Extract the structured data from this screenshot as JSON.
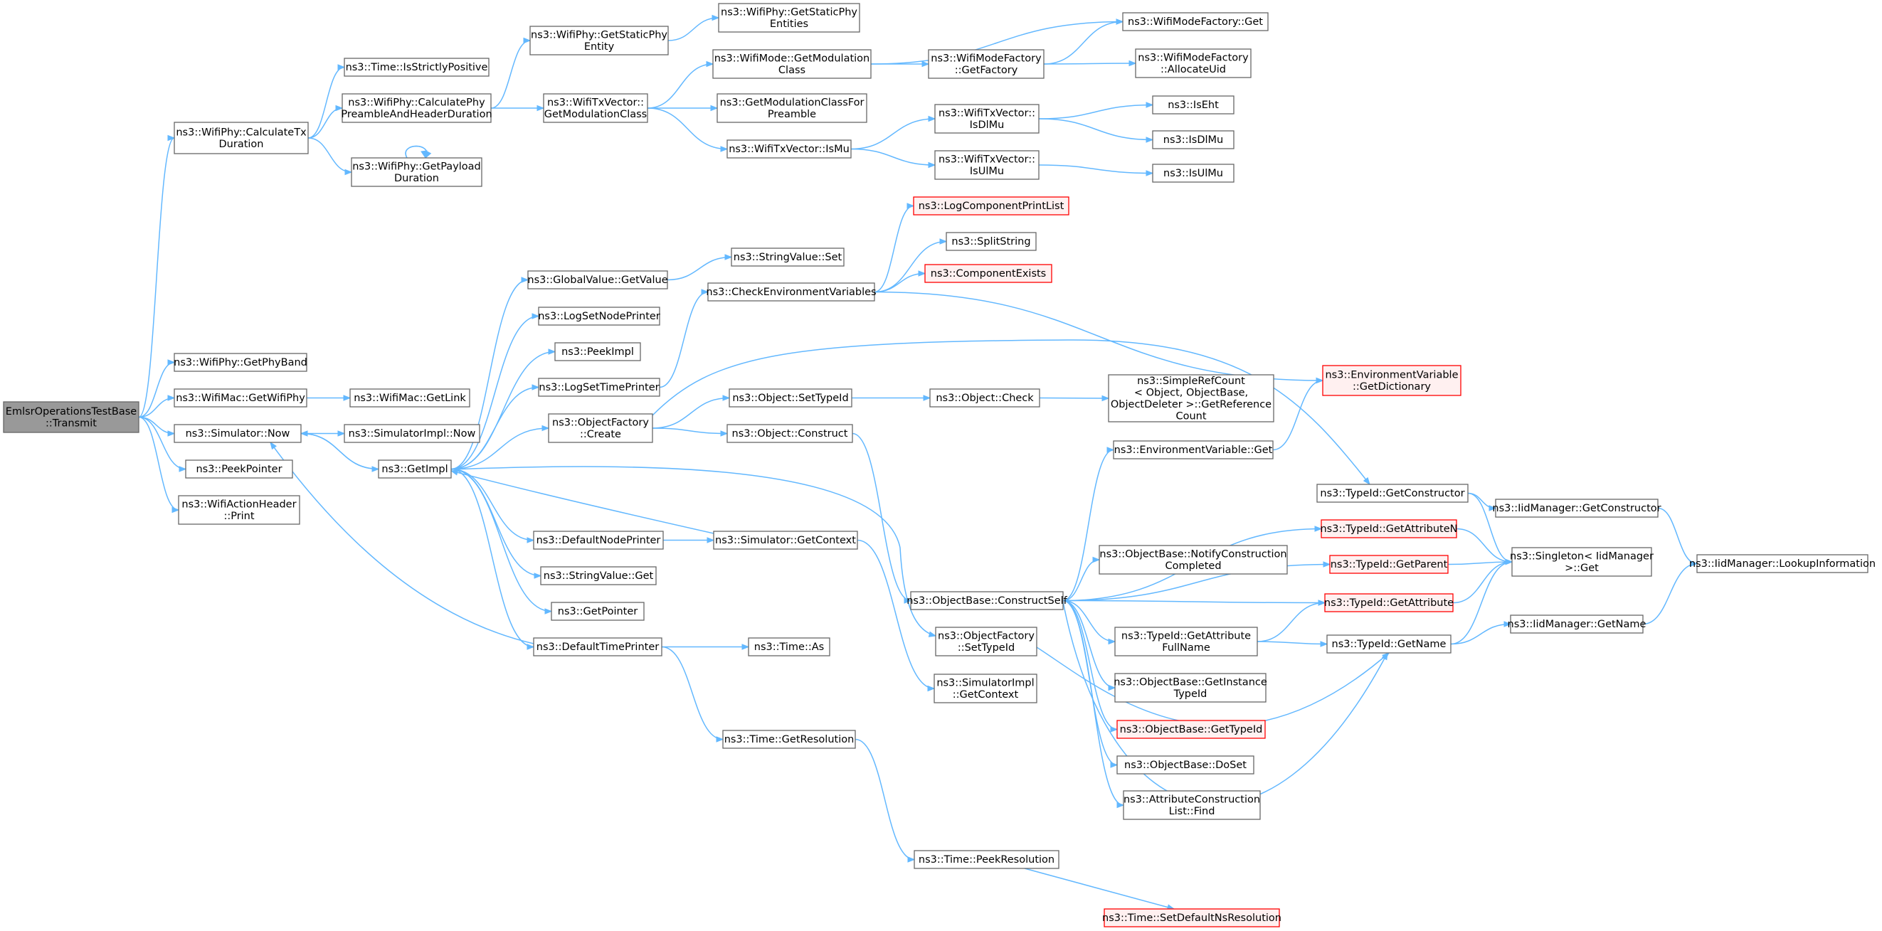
{
  "colors": {
    "edge": "#63b8ff",
    "node_border": "#666666",
    "node_fill": "#ffffff",
    "root_fill": "#999999",
    "truncated_border": "#ff0000",
    "truncated_fill": "#fff0f0"
  },
  "nodes": [
    {
      "id": "root",
      "lines": [
        "EmlsrOperationsTestBase",
        "::Transmit"
      ],
      "kind": "root"
    },
    {
      "id": "calcTx",
      "lines": [
        "ns3::WifiPhy::CalculateTx",
        "Duration"
      ]
    },
    {
      "id": "getPhyBand",
      "lines": [
        "ns3::WifiPhy::GetPhyBand"
      ]
    },
    {
      "id": "getWifiPhy",
      "lines": [
        "ns3::WifiMac::GetWifiPhy"
      ]
    },
    {
      "id": "simNow",
      "lines": [
        "ns3::Simulator::Now"
      ]
    },
    {
      "id": "peekPointer",
      "lines": [
        "ns3::PeekPointer"
      ]
    },
    {
      "id": "wifiActionPrint",
      "lines": [
        "ns3::WifiActionHeader",
        "::Print"
      ]
    },
    {
      "id": "isStrictlyPositive",
      "lines": [
        "ns3::Time::IsStrictlyPositive"
      ]
    },
    {
      "id": "calcPreamble",
      "lines": [
        "ns3::WifiPhy::CalculatePhy",
        "PreambleAndHeaderDuration"
      ]
    },
    {
      "id": "getPayload",
      "lines": [
        "ns3::WifiPhy::GetPayload",
        "Duration"
      ]
    },
    {
      "id": "getLink",
      "lines": [
        "ns3::WifiMac::GetLink"
      ]
    },
    {
      "id": "simImplNow",
      "lines": [
        "ns3::SimulatorImpl::Now"
      ]
    },
    {
      "id": "getImpl",
      "lines": [
        "ns3::GetImpl"
      ]
    },
    {
      "id": "staticPhyEntity",
      "lines": [
        "ns3::WifiPhy::GetStaticPhy",
        "Entity"
      ]
    },
    {
      "id": "txGetModClass",
      "lines": [
        "ns3::WifiTxVector::",
        "GetModulationClass"
      ]
    },
    {
      "id": "globalGetValue",
      "lines": [
        "ns3::GlobalValue::GetValue"
      ]
    },
    {
      "id": "logSetNodePrinter",
      "lines": [
        "ns3::LogSetNodePrinter"
      ]
    },
    {
      "id": "peekImpl",
      "lines": [
        "ns3::PeekImpl"
      ]
    },
    {
      "id": "logSetTimePrinter",
      "lines": [
        "ns3::LogSetTimePrinter"
      ]
    },
    {
      "id": "objFactoryCreate",
      "lines": [
        "ns3::ObjectFactory",
        "::Create"
      ]
    },
    {
      "id": "defaultNodePrinter",
      "lines": [
        "ns3::DefaultNodePrinter"
      ]
    },
    {
      "id": "stringValueGet",
      "lines": [
        "ns3::StringValue::Get"
      ]
    },
    {
      "id": "getPointer",
      "lines": [
        "ns3::GetPointer"
      ]
    },
    {
      "id": "defaultTimePrinter",
      "lines": [
        "ns3::DefaultTimePrinter"
      ]
    },
    {
      "id": "staticPhyEntities",
      "lines": [
        "ns3::WifiPhy::GetStaticPhy",
        "Entities"
      ]
    },
    {
      "id": "modeGetModClass",
      "lines": [
        "ns3::WifiMode::GetModulation",
        "Class"
      ]
    },
    {
      "id": "modClassForPreamble",
      "lines": [
        "ns3::GetModulationClassFor",
        "Preamble"
      ]
    },
    {
      "id": "txIsMu",
      "lines": [
        "ns3::WifiTxVector::IsMu"
      ]
    },
    {
      "id": "stringValueSet",
      "lines": [
        "ns3::StringValue::Set"
      ]
    },
    {
      "id": "checkEnvVars",
      "lines": [
        "ns3::CheckEnvironmentVariables"
      ]
    },
    {
      "id": "objSetTypeId",
      "lines": [
        "ns3::Object::SetTypeId"
      ]
    },
    {
      "id": "objConstruct",
      "lines": [
        "ns3::Object::Construct"
      ]
    },
    {
      "id": "simGetContext",
      "lines": [
        "ns3::Simulator::GetContext"
      ]
    },
    {
      "id": "timeGetResolution",
      "lines": [
        "ns3::Time::GetResolution"
      ]
    },
    {
      "id": "timeAs",
      "lines": [
        "ns3::Time::As"
      ]
    },
    {
      "id": "modeFactoryGetFactory",
      "lines": [
        "ns3::WifiModeFactory",
        "::GetFactory"
      ]
    },
    {
      "id": "txIsDlMu",
      "lines": [
        "ns3::WifiTxVector::",
        "IsDlMu"
      ]
    },
    {
      "id": "txIsUlMu",
      "lines": [
        "ns3::WifiTxVector::",
        "IsUlMu"
      ]
    },
    {
      "id": "logCompPrintList",
      "lines": [
        "ns3::LogComponentPrintList"
      ],
      "kind": "truncated"
    },
    {
      "id": "splitString",
      "lines": [
        "ns3::SplitString"
      ]
    },
    {
      "id": "componentExists",
      "lines": [
        "ns3::ComponentExists"
      ],
      "kind": "truncated"
    },
    {
      "id": "objCheck",
      "lines": [
        "ns3::Object::Check"
      ]
    },
    {
      "id": "objBaseConstructSelf",
      "lines": [
        "ns3::ObjectBase::ConstructSelf"
      ]
    },
    {
      "id": "objFactorySetTypeId",
      "lines": [
        "ns3::ObjectFactory",
        "::SetTypeId"
      ]
    },
    {
      "id": "simImplGetContext",
      "lines": [
        "ns3::SimulatorImpl",
        "::GetContext"
      ]
    },
    {
      "id": "timePeekResolution",
      "lines": [
        "ns3::Time::PeekResolution"
      ]
    },
    {
      "id": "modeFactoryGet",
      "lines": [
        "ns3::WifiModeFactory::Get"
      ]
    },
    {
      "id": "modeFactoryAllocateUid",
      "lines": [
        "ns3::WifiModeFactory",
        "::AllocateUid"
      ]
    },
    {
      "id": "isEht",
      "lines": [
        "ns3::IsEht"
      ]
    },
    {
      "id": "isDlMu",
      "lines": [
        "ns3::IsDlMu"
      ]
    },
    {
      "id": "isUlMu",
      "lines": [
        "ns3::IsUlMu"
      ]
    },
    {
      "id": "simpleRefCount",
      "lines": [
        "ns3::SimpleRefCount",
        "< Object, ObjectBase,",
        " ObjectDeleter >::GetReference",
        "Count"
      ]
    },
    {
      "id": "envVarGet",
      "lines": [
        "ns3::EnvironmentVariable::Get"
      ]
    },
    {
      "id": "notifyConstruction",
      "lines": [
        "ns3::ObjectBase::NotifyConstruction",
        "Completed"
      ]
    },
    {
      "id": "typeIdGetAttrFullName",
      "lines": [
        "ns3::TypeId::GetAttribute",
        "FullName"
      ]
    },
    {
      "id": "objBaseGetInstanceTypeId",
      "lines": [
        "ns3::ObjectBase::GetInstance",
        "TypeId"
      ]
    },
    {
      "id": "objBaseGetTypeId",
      "lines": [
        "ns3::ObjectBase::GetTypeId"
      ],
      "kind": "truncated"
    },
    {
      "id": "objBaseDoSet",
      "lines": [
        "ns3::ObjectBase::DoSet"
      ]
    },
    {
      "id": "attrConstructionFind",
      "lines": [
        "ns3::AttributeConstruction",
        "List::Find"
      ]
    },
    {
      "id": "timeSetDefaultNsRes",
      "lines": [
        "ns3::Time::SetDefaultNsResolution"
      ],
      "kind": "truncated"
    },
    {
      "id": "envVarGetDictionary",
      "lines": [
        "ns3::EnvironmentVariable",
        "::GetDictionary"
      ],
      "kind": "truncated"
    },
    {
      "id": "typeIdGetConstructor",
      "lines": [
        "ns3::TypeId::GetConstructor"
      ]
    },
    {
      "id": "typeIdGetAttributeN",
      "lines": [
        "ns3::TypeId::GetAttributeN"
      ],
      "kind": "truncated"
    },
    {
      "id": "typeIdGetParent",
      "lines": [
        "ns3::TypeId::GetParent"
      ],
      "kind": "truncated"
    },
    {
      "id": "typeIdGetAttribute",
      "lines": [
        "ns3::TypeId::GetAttribute"
      ],
      "kind": "truncated"
    },
    {
      "id": "typeIdGetName",
      "lines": [
        "ns3::TypeId::GetName"
      ]
    },
    {
      "id": "iidGetConstructor",
      "lines": [
        "ns3::IidManager::GetConstructor"
      ]
    },
    {
      "id": "singletonGet",
      "lines": [
        "ns3::Singleton< IidManager",
        " >::Get"
      ]
    },
    {
      "id": "iidGetName",
      "lines": [
        "ns3::IidManager::GetName"
      ]
    },
    {
      "id": "iidLookupInfo",
      "lines": [
        "ns3::IidManager::LookupInformation"
      ]
    }
  ],
  "edges": [
    [
      "root",
      "calcTx"
    ],
    [
      "root",
      "getPhyBand"
    ],
    [
      "root",
      "getWifiPhy"
    ],
    [
      "root",
      "simNow"
    ],
    [
      "root",
      "peekPointer"
    ],
    [
      "root",
      "wifiActionPrint"
    ],
    [
      "calcTx",
      "isStrictlyPositive"
    ],
    [
      "calcTx",
      "calcPreamble"
    ],
    [
      "calcTx",
      "getPayload"
    ],
    [
      "getPayload",
      "getPayload"
    ],
    [
      "calcPreamble",
      "staticPhyEntity"
    ],
    [
      "calcPreamble",
      "txGetModClass"
    ],
    [
      "staticPhyEntity",
      "staticPhyEntities"
    ],
    [
      "txGetModClass",
      "modeGetModClass"
    ],
    [
      "txGetModClass",
      "modClassForPreamble"
    ],
    [
      "txGetModClass",
      "txIsMu"
    ],
    [
      "modeGetModClass",
      "modeFactoryGet"
    ],
    [
      "modeGetModClass",
      "modeFactoryGetFactory"
    ],
    [
      "modeFactoryGetFactory",
      "modeFactoryGet"
    ],
    [
      "modeFactoryGetFactory",
      "modeFactoryAllocateUid"
    ],
    [
      "txIsMu",
      "txIsDlMu"
    ],
    [
      "txIsMu",
      "txIsUlMu"
    ],
    [
      "txIsDlMu",
      "isEht"
    ],
    [
      "txIsDlMu",
      "isDlMu"
    ],
    [
      "txIsUlMu",
      "isUlMu"
    ],
    [
      "getWifiPhy",
      "getLink"
    ],
    [
      "simNow",
      "simImplNow"
    ],
    [
      "simNow",
      "getImpl"
    ],
    [
      "getImpl",
      "simNow"
    ],
    [
      "getImpl",
      "globalGetValue"
    ],
    [
      "getImpl",
      "logSetNodePrinter"
    ],
    [
      "getImpl",
      "peekImpl"
    ],
    [
      "getImpl",
      "logSetTimePrinter"
    ],
    [
      "getImpl",
      "objFactoryCreate"
    ],
    [
      "getImpl",
      "defaultNodePrinter"
    ],
    [
      "getImpl",
      "stringValueGet"
    ],
    [
      "getImpl",
      "getPointer"
    ],
    [
      "getImpl",
      "defaultTimePrinter"
    ],
    [
      "getImpl",
      "objFactorySetTypeId"
    ],
    [
      "globalGetValue",
      "stringValueSet"
    ],
    [
      "logSetTimePrinter",
      "checkEnvVars"
    ],
    [
      "checkEnvVars",
      "logCompPrintList"
    ],
    [
      "checkEnvVars",
      "splitString"
    ],
    [
      "checkEnvVars",
      "componentExists"
    ],
    [
      "checkEnvVars",
      "envVarGetDictionary"
    ],
    [
      "objFactoryCreate",
      "typeIdGetConstructor"
    ],
    [
      "objFactoryCreate",
      "objSetTypeId"
    ],
    [
      "objFactoryCreate",
      "objConstruct"
    ],
    [
      "objSetTypeId",
      "objCheck"
    ],
    [
      "objCheck",
      "simpleRefCount"
    ],
    [
      "objConstruct",
      "objBaseConstructSelf"
    ],
    [
      "defaultNodePrinter",
      "simGetContext"
    ],
    [
      "simGetContext",
      "getImpl"
    ],
    [
      "simGetContext",
      "simImplGetContext"
    ],
    [
      "defaultTimePrinter",
      "simNow"
    ],
    [
      "defaultTimePrinter",
      "timeAs"
    ],
    [
      "defaultTimePrinter",
      "timeGetResolution"
    ],
    [
      "timeGetResolution",
      "timePeekResolution"
    ],
    [
      "timePeekResolution",
      "timeSetDefaultNsRes"
    ],
    [
      "objFactorySetTypeId",
      "typeIdGetName"
    ],
    [
      "objBaseConstructSelf",
      "envVarGet"
    ],
    [
      "objBaseConstructSelf",
      "typeIdGetAttributeN"
    ],
    [
      "objBaseConstructSelf",
      "typeIdGetParent"
    ],
    [
      "objBaseConstructSelf",
      "notifyConstruction"
    ],
    [
      "objBaseConstructSelf",
      "typeIdGetAttribute"
    ],
    [
      "objBaseConstructSelf",
      "typeIdGetAttrFullName"
    ],
    [
      "objBaseConstructSelf",
      "typeIdGetName"
    ],
    [
      "objBaseConstructSelf",
      "objBaseGetInstanceTypeId"
    ],
    [
      "objBaseConstructSelf",
      "objBaseGetTypeId"
    ],
    [
      "objBaseConstructSelf",
      "objBaseDoSet"
    ],
    [
      "objBaseConstructSelf",
      "attrConstructionFind"
    ],
    [
      "envVarGet",
      "envVarGetDictionary"
    ],
    [
      "typeIdGetAttrFullName",
      "typeIdGetAttribute"
    ],
    [
      "typeIdGetAttrFullName",
      "typeIdGetName"
    ],
    [
      "typeIdGetConstructor",
      "iidGetConstructor"
    ],
    [
      "typeIdGetConstructor",
      "singletonGet"
    ],
    [
      "typeIdGetAttributeN",
      "singletonGet"
    ],
    [
      "typeIdGetParent",
      "singletonGet"
    ],
    [
      "typeIdGetAttribute",
      "singletonGet"
    ],
    [
      "typeIdGetName",
      "singletonGet"
    ],
    [
      "typeIdGetName",
      "iidGetName"
    ],
    [
      "iidGetConstructor",
      "iidLookupInfo"
    ],
    [
      "iidGetName",
      "iidLookupInfo"
    ]
  ]
}
